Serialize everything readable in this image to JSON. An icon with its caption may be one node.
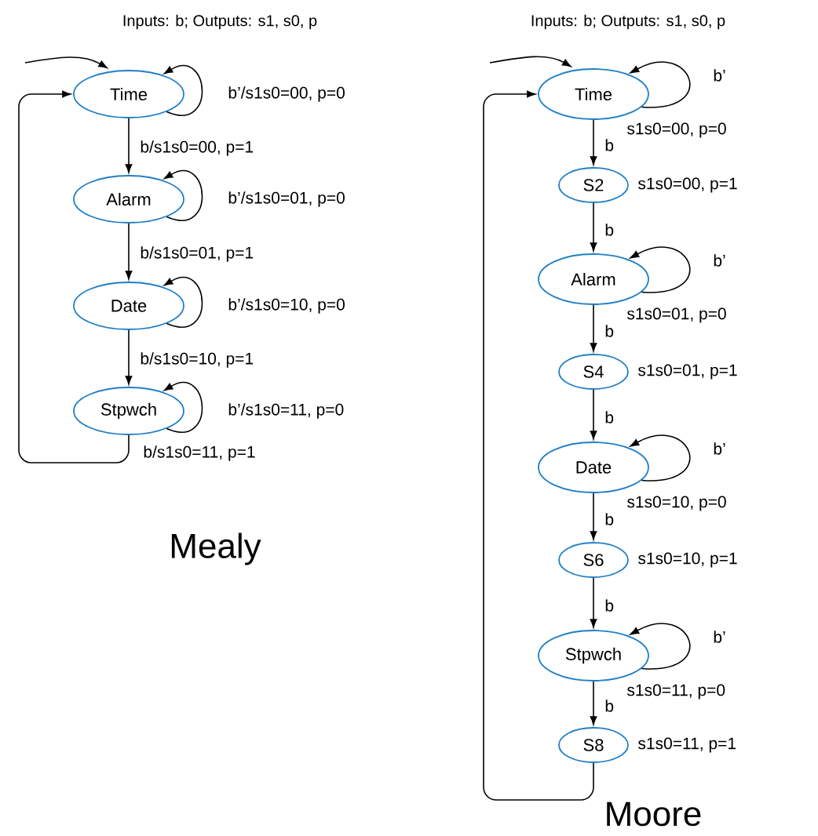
{
  "diagram": {
    "nodes": [
      {
        "text": [
          "Time"
        ]
      },
      {
        "text": [
          "Alarm"
        ]
      },
      {
        "text": [
          "Date"
        ]
      },
      {
        "text": [
          "Stpwch"
        ]
      },
      {
        "text": [
          "Time"
        ],
        "beside": [
          "s1s0=00, p=0"
        ]
      },
      {
        "text": [
          "S2"
        ],
        "beside": [
          "s1s0=00, p=1"
        ]
      },
      {
        "text": [
          "Alarm"
        ],
        "beside": [
          "s1s0=01, p=0"
        ]
      },
      {
        "text": [
          "S4"
        ],
        "beside": [
          "s1s0=01, p=1"
        ]
      },
      {
        "text": [
          "Date"
        ],
        "beside": [
          "s1s0=10, p=0"
        ]
      },
      {
        "text": [
          "S6"
        ],
        "beside": [
          "s1s0=10, p=1"
        ]
      },
      {
        "text": [
          "Stpwch"
        ],
        "beside": [
          "s1s0=11, p=0"
        ]
      },
      {
        "text": [
          "S8"
        ],
        "beside": [
          "s1s0=11, p=1"
        ]
      }
    ],
    "edges": [
      {
        "from": null,
        "to": 0,
        "arrow": "to"
      },
      {
        "from": 0,
        "to": 0,
        "arrow": "to",
        "label": "b’/s1s0=00, p=0"
      },
      {
        "from": 0,
        "to": 1,
        "arrow": "to",
        "label": "b/s1s0=00, p=1"
      },
      {
        "from": 1,
        "to": 1,
        "arrow": "to",
        "label": "b’/s1s0=01, p=0"
      },
      {
        "from": 1,
        "to": 2,
        "arrow": "to",
        "label": "b/s1s0=01, p=1"
      },
      {
        "from": 2,
        "to": 2,
        "arrow": "to",
        "label": "b’/s1s0=10, p=0"
      },
      {
        "from": 2,
        "to": 3,
        "arrow": "to",
        "label": "b/s1s0=10, p=1"
      },
      {
        "from": 3,
        "to": 3,
        "arrow": "to",
        "label": "b’/s1s0=11, p=0"
      },
      {
        "from": 3,
        "to": 0,
        "arrow": "to",
        "label": "b/s1s0=11, p=1"
      },
      {
        "from": null,
        "to": 4,
        "arrow": "to"
      },
      {
        "from": 4,
        "to": 4,
        "arrow": "to",
        "label": "b’"
      },
      {
        "from": 4,
        "to": 5,
        "arrow": "to",
        "label": "b"
      },
      {
        "from": 5,
        "to": 6,
        "arrow": "to",
        "label": "b"
      },
      {
        "from": 6,
        "to": 6,
        "arrow": "to",
        "label": "b’"
      },
      {
        "from": 6,
        "to": 7,
        "arrow": "to",
        "label": "b"
      },
      {
        "from": 7,
        "to": 8,
        "arrow": "to",
        "label": "b"
      },
      {
        "from": 8,
        "to": 8,
        "arrow": "to",
        "label": "b’"
      },
      {
        "from": 8,
        "to": 9,
        "arrow": "to",
        "label": "b"
      },
      {
        "from": 9,
        "to": 10,
        "arrow": "to",
        "label": "b"
      },
      {
        "from": 10,
        "to": 10,
        "arrow": "to",
        "label": "b’"
      },
      {
        "from": 10,
        "to": 11,
        "arrow": "to",
        "label": "b"
      },
      {
        "from": 11,
        "to": 4,
        "arrow": "to"
      }
    ],
    "labels": [
      "Inputs: b; Outputs: s1, s0, p",
      "Inputs: b; Outputs: s1, s0, p",
      "Mealy",
      "Moore"
    ]
  }
}
